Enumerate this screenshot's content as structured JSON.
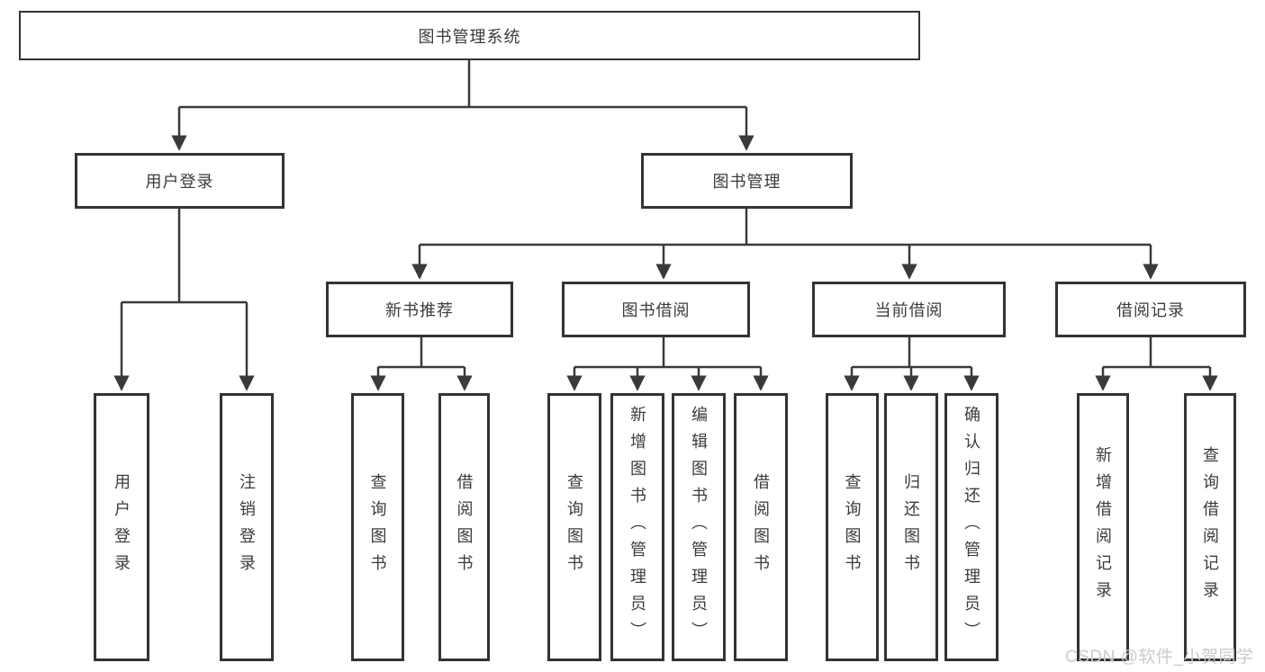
{
  "root": {
    "label": "图书管理系统"
  },
  "level2": [
    {
      "label": "用户登录"
    },
    {
      "label": "图书管理"
    }
  ],
  "level3": [
    {
      "label": "新书推荐"
    },
    {
      "label": "图书借阅"
    },
    {
      "label": "当前借阅"
    },
    {
      "label": "借阅记录"
    }
  ],
  "leaves": {
    "user_login": [
      "用户登录",
      "注销登录"
    ],
    "new_books": [
      "查询图书",
      "借阅图书"
    ],
    "borrowing": [
      "查询图书",
      "新增图书（管理员）",
      "编辑图书（管理员）",
      "借阅图书"
    ],
    "current": [
      "查询图书",
      "归还图书",
      "确认归还（管理员）"
    ],
    "records": [
      "新增借阅记录",
      "查询借阅记录"
    ]
  },
  "watermark": "CSDN @软件_小贺同学",
  "colors": {
    "line": "#3a3a3a",
    "border": "#333333",
    "text": "#3b3b40",
    "watermark": "#cbcbcb",
    "background": "#ffffff"
  }
}
